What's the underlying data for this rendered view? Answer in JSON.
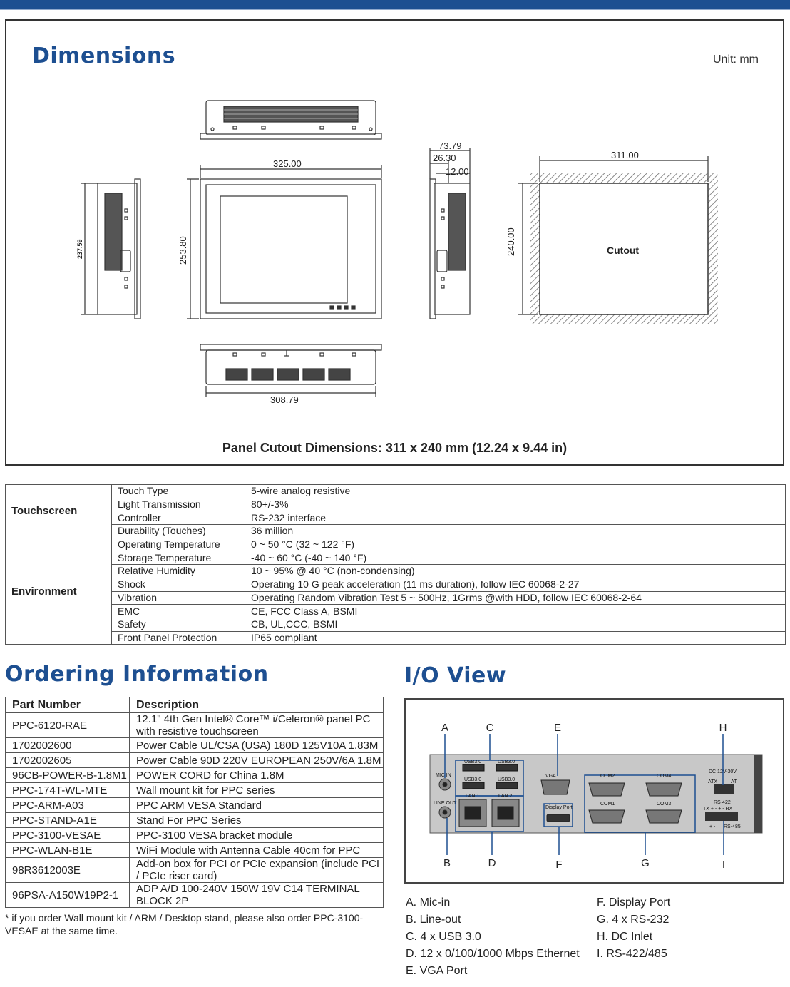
{
  "dimensions": {
    "title": "Dimensions",
    "unit": "Unit: mm",
    "labels": {
      "front_width": "325.00",
      "front_height": "253.80",
      "side_height": "237.59",
      "bottom_width": "308.79",
      "depth_total": "73.79",
      "depth_mid": "26.30",
      "depth_front": "12.00",
      "cutout_width": "311.00",
      "cutout_height": "240.00",
      "cutout": "Cutout"
    },
    "cutout_caption": "Panel Cutout Dimensions: 311 x 240 mm (12.24 x 9.44 in)"
  },
  "specs": [
    {
      "group": "Touchscreen",
      "rows": [
        {
          "k": "Touch Type",
          "v": "5-wire analog resistive"
        },
        {
          "k": "Light Transmission",
          "v": "80+/-3%"
        },
        {
          "k": "Controller",
          "v": "RS-232 interface"
        },
        {
          "k": "Durability (Touches)",
          "v": "36 million"
        }
      ]
    },
    {
      "group": "Environment",
      "rows": [
        {
          "k": "Operating Temperature",
          "v": "0 ~ 50 °C (32 ~ 122 °F)"
        },
        {
          "k": "Storage Temperature",
          "v": "-40 ~ 60 °C (-40 ~ 140 °F)"
        },
        {
          "k": "Relative Humidity",
          "v": "10 ~ 95% @ 40 °C (non-condensing)"
        },
        {
          "k": "Shock",
          "v": "Operating 10 G peak acceleration (11 ms duration), follow IEC 60068-2-27"
        },
        {
          "k": "Vibration",
          "v": "Operating Random Vibration Test 5 ~ 500Hz, 1Grms @with HDD, follow IEC 60068-2-64"
        },
        {
          "k": "EMC",
          "v": "CE, FCC Class A, BSMI"
        },
        {
          "k": "Safety",
          "v": "CB, UL,CCC, BSMI"
        },
        {
          "k": "Front Panel Protection",
          "v": "IP65 compliant"
        }
      ]
    }
  ],
  "ordering": {
    "title": "Ordering Information",
    "headers": {
      "part": "Part Number",
      "desc": "Description"
    },
    "rows": [
      {
        "part": "PPC-6120-RAE",
        "desc": "12.1\" 4th Gen Intel® Core™ i/Celeron® panel PC with resistive touchscreen"
      },
      {
        "part": "1702002600",
        "desc": "Power Cable UL/CSA (USA) 180D 125V10A 1.83M"
      },
      {
        "part": "1702002605",
        "desc": "Power Cable 90D 220V EUROPEAN 250V/6A 1.8M"
      },
      {
        "part": "96CB-POWER-B-1.8M1",
        "desc": "POWER CORD for China 1.8M"
      },
      {
        "part": "PPC-174T-WL-MTE",
        "desc": "Wall mount kit for PPC series"
      },
      {
        "part": "PPC-ARM-A03",
        "desc": "PPC ARM VESA Standard"
      },
      {
        "part": "PPC-STAND-A1E",
        "desc": "Stand For PPC Series"
      },
      {
        "part": "PPC-3100-VESAE",
        "desc": "PPC-3100 VESA bracket module"
      },
      {
        "part": "PPC-WLAN-B1E",
        "desc": "WiFi Module with Antenna Cable 40cm for PPC"
      },
      {
        "part": "98R3612003E",
        "desc": "Add-on box for PCI or PCIe expansion (include PCI / PCIe riser card)"
      },
      {
        "part": "96PSA-A150W19P2-1",
        "desc": "ADP A/D 100-240V 150W 19V C14 TERMINAL BLOCK 2P"
      }
    ],
    "note": "* if you order Wall mount kit / ARM / Desktop stand, please also order PPC-3100-VESAE at the same time."
  },
  "io": {
    "title": "I/O View",
    "callouts": {
      "a": "A",
      "b": "B",
      "c": "C",
      "d": "D",
      "e": "E",
      "f": "F",
      "g": "G",
      "h": "H",
      "i": "I"
    },
    "port_labels": {
      "mic": "MIC IN",
      "lineout": "LINE OUT",
      "usb": "USB3.0",
      "lan1": "LAN 1",
      "lan2": "LAN 2",
      "vga": "VGA",
      "dp": "Display Port",
      "com1": "COM1",
      "com2": "COM2",
      "com3": "COM3",
      "com4": "COM4",
      "dc": "DC 12V-30V",
      "atx": "ATX",
      "at": "AT",
      "rs422": "RS-422",
      "rs485": "RS-485",
      "txrx": "TX +  -  + -  RX",
      "pm": "+   -"
    },
    "legend_left": [
      "A.  Mic-in",
      "B.  Line-out",
      "C.  4 x USB 3.0",
      "D.  12 x 0/100/1000 Mbps Ethernet",
      "E.  VGA Port"
    ],
    "legend_right": [
      "F.  Display Port",
      "G.  4 x RS-232",
      "H.  DC Inlet",
      "I.   RS-422/485"
    ]
  }
}
